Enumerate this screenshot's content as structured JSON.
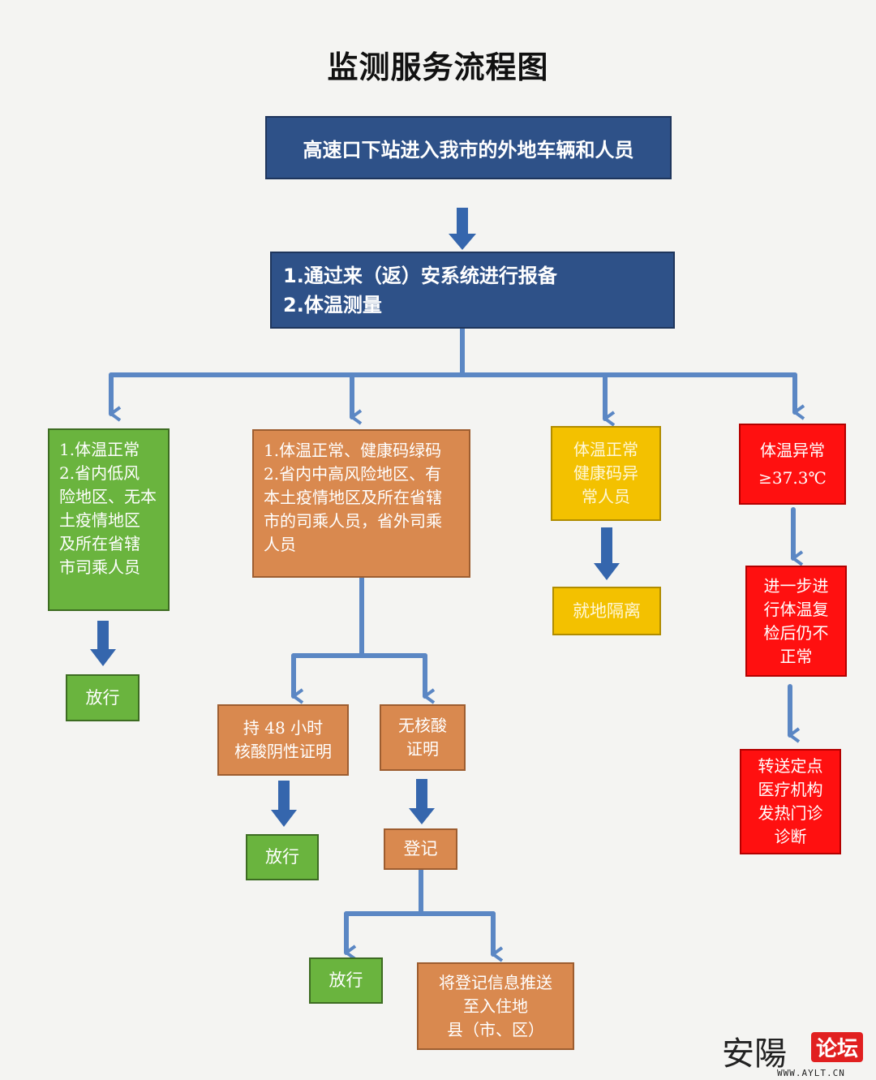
{
  "title": "监测服务流程图",
  "colors": {
    "blue": "#2e5188",
    "green": "#6ab43e",
    "orange": "#d9894f",
    "yellow": "#f3c100",
    "red": "#ff1010",
    "connector": "#5b87c4"
  },
  "start": {
    "label": "高速口下站进入我市的外地车辆和人员"
  },
  "step1": {
    "line1": "1.通过来（返）安系统进行报备",
    "line2": "2.体温测量"
  },
  "branch_low_risk": {
    "lines": [
      "1.体温正常",
      "2.省内低风",
      "险地区、无本",
      "土疫情地区",
      "及所在省辖",
      "市司乘人员"
    ],
    "result": "放行"
  },
  "branch_mid_risk": {
    "lines": [
      "1.体温正常、健康码绿码",
      "2.省内中高风险地区、有",
      "本土疫情地区及所在省辖",
      "市的司乘人员，省外司乘",
      "人员"
    ],
    "with_test": {
      "lines": [
        "持 48 小时",
        "核酸阴性证明"
      ],
      "result": "放行"
    },
    "no_test": {
      "lines": [
        "无核酸",
        "证明"
      ],
      "register": "登记",
      "result": "放行",
      "push": {
        "lines": [
          "将登记信息推送",
          "至入住地",
          "县（市、区）"
        ]
      }
    }
  },
  "branch_abnormal_code": {
    "lines": [
      "体温正常",
      "健康码异",
      "常人员"
    ],
    "result": "就地隔离"
  },
  "branch_fever": {
    "lines": [
      "体温异常",
      "≥37.3℃"
    ],
    "recheck": {
      "lines": [
        "进一步进",
        "行体温复",
        "检后仍不",
        "正常"
      ]
    },
    "transfer": {
      "lines": [
        "转送定点",
        "医疗机构",
        "发热门诊",
        "诊断"
      ]
    }
  },
  "watermark": {
    "chars": "安陽",
    "badge": "论坛",
    "url": "WWW.AYLT.CN"
  }
}
